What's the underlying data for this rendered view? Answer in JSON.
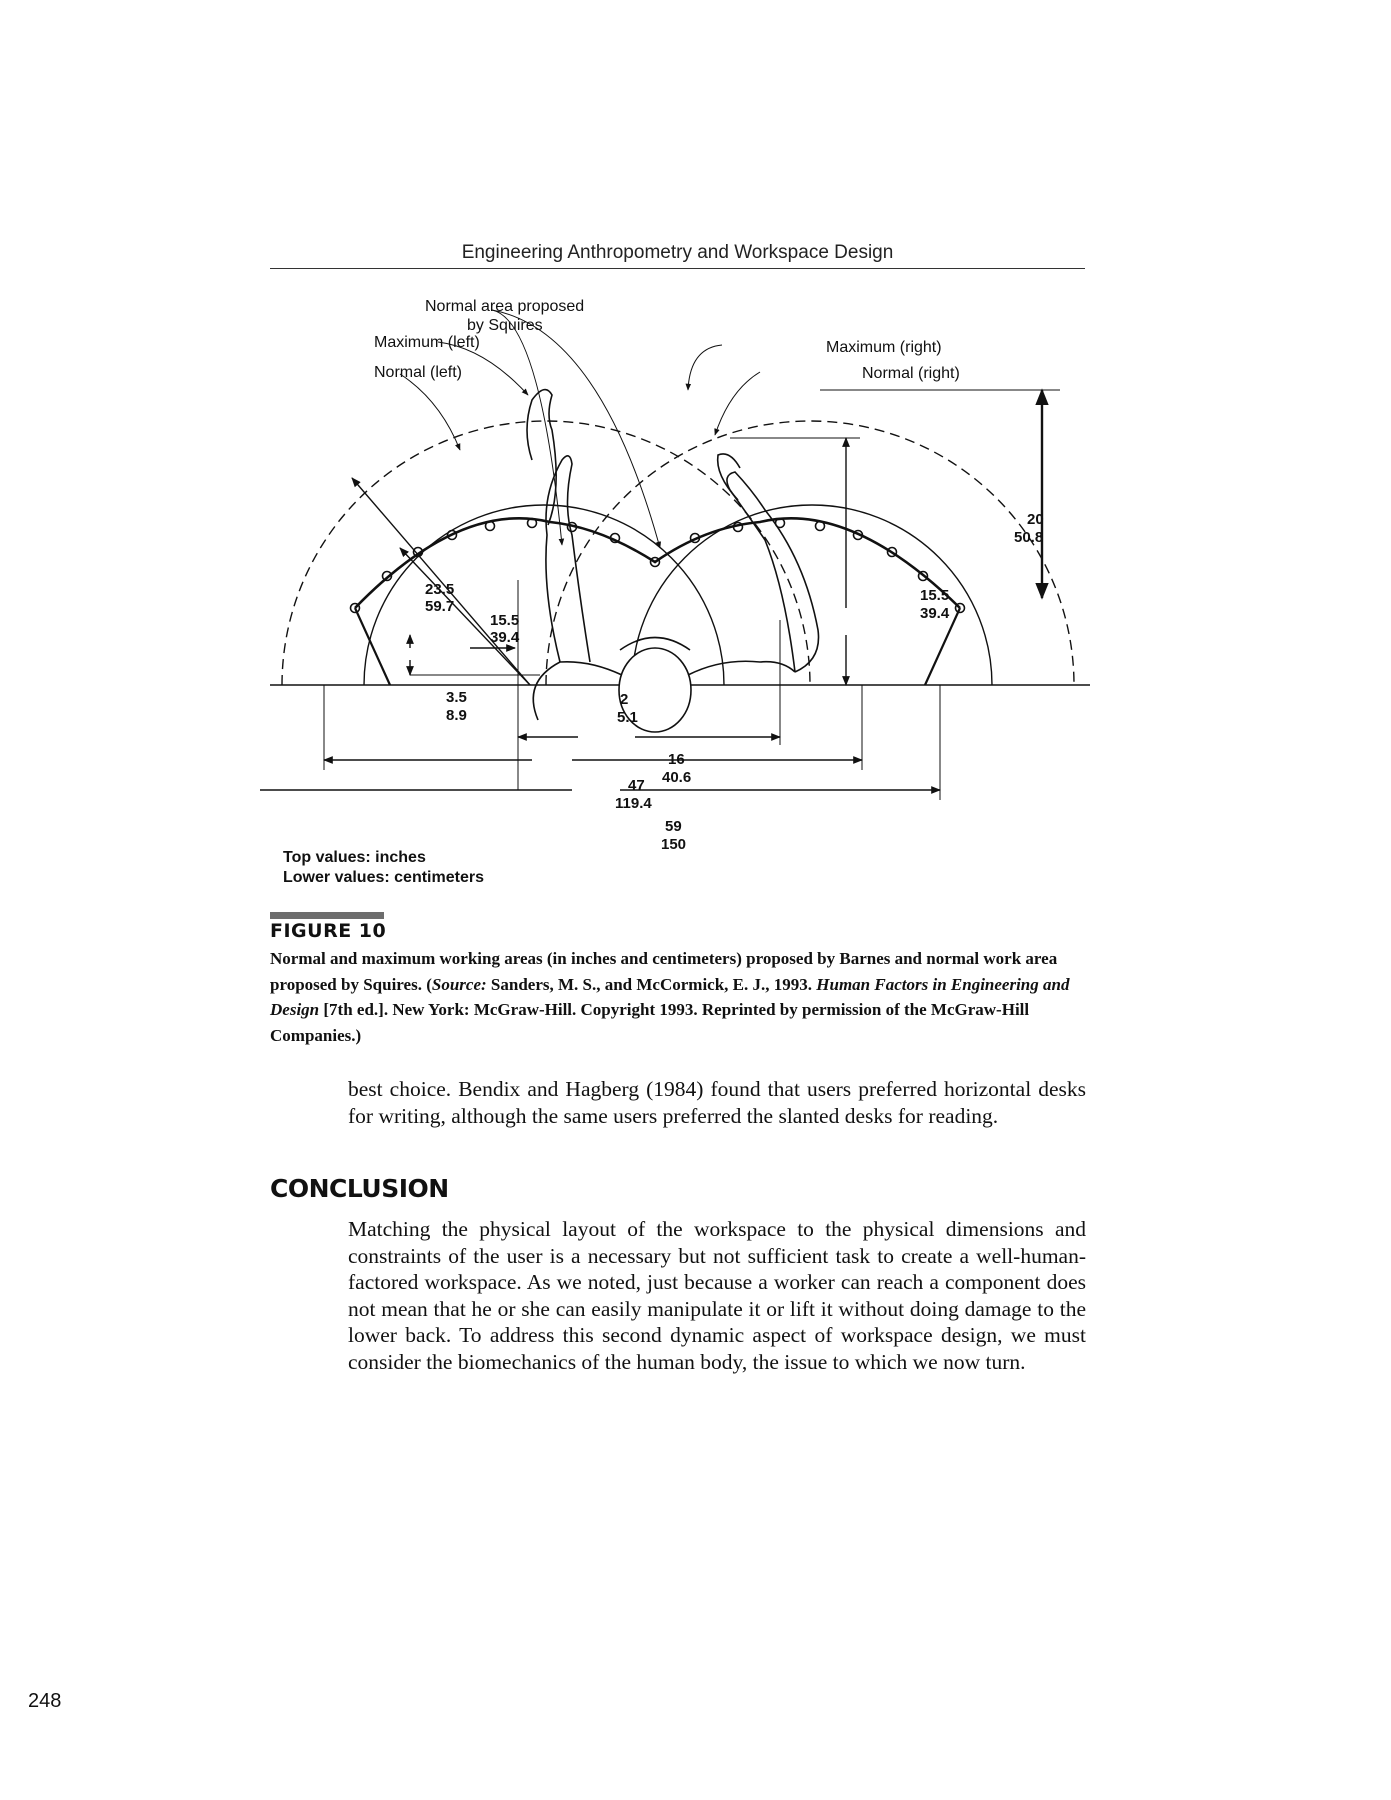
{
  "running_head": "Engineering Anthropometry and Workspace Design",
  "figure": {
    "callouts": {
      "squires_line1": "Normal area proposed",
      "squires_line2": "by Squires",
      "max_left": "Maximum  (left)",
      "normal_left": "Normal  (left)",
      "max_right": "Maximum  (right)",
      "normal_right": "Normal  (right)"
    },
    "dimensions": {
      "d20_in": "20",
      "d20_cm": "50.8",
      "d235_in": "23.5",
      "d235_cm": "59.7",
      "d155l_in": "15.5",
      "d155l_cm": "39.4",
      "d155r_in": "15.5",
      "d155r_cm": "39.4",
      "d35_in": "3.5",
      "d35_cm": "8.9",
      "d2_in": "2",
      "d2_cm": "5.1",
      "d16_in": "16",
      "d16_cm": "40.6",
      "d47_in": "47",
      "d47_cm": "119.4",
      "d59_in": "59",
      "d59_cm": "150"
    },
    "key_top": "Top values: inches",
    "key_bottom": "Lower values: centimeters"
  },
  "figure_label": "FIGURE 10",
  "caption": {
    "text1": "Normal and maximum working areas (in inches and centimeters) proposed by Barnes and normal work area proposed by Squires. (",
    "source_label": "Source:",
    "text2": " Sanders, M. S., and McCormick, E. J., 1993. ",
    "book_title": "Human Factors in Engineering and Design",
    "text3": " [7th ed.]. New York: McGraw-Hill. Copyright 1993. Reprinted by permission of the McGraw-Hill Companies.)"
  },
  "paragraph1": "best choice. Bendix and Hagberg (1984) found that users preferred horizontal desks for writing, although the same users preferred the slanted desks for reading.",
  "section_heading": "CONCLUSION",
  "paragraph2": "Matching the physical layout of the workspace to the physical dimensions and constraints of the user is a necessary but not sufficient task to create a well-human-factored workspace. As we noted, just because a worker can reach a component does not mean that he or she can easily manipulate it or lift it without doing damage to the lower back. To address this second dynamic aspect of workspace design, we must consider the biomechanics of the human body, the issue to which we now turn.",
  "page_number": "248"
}
